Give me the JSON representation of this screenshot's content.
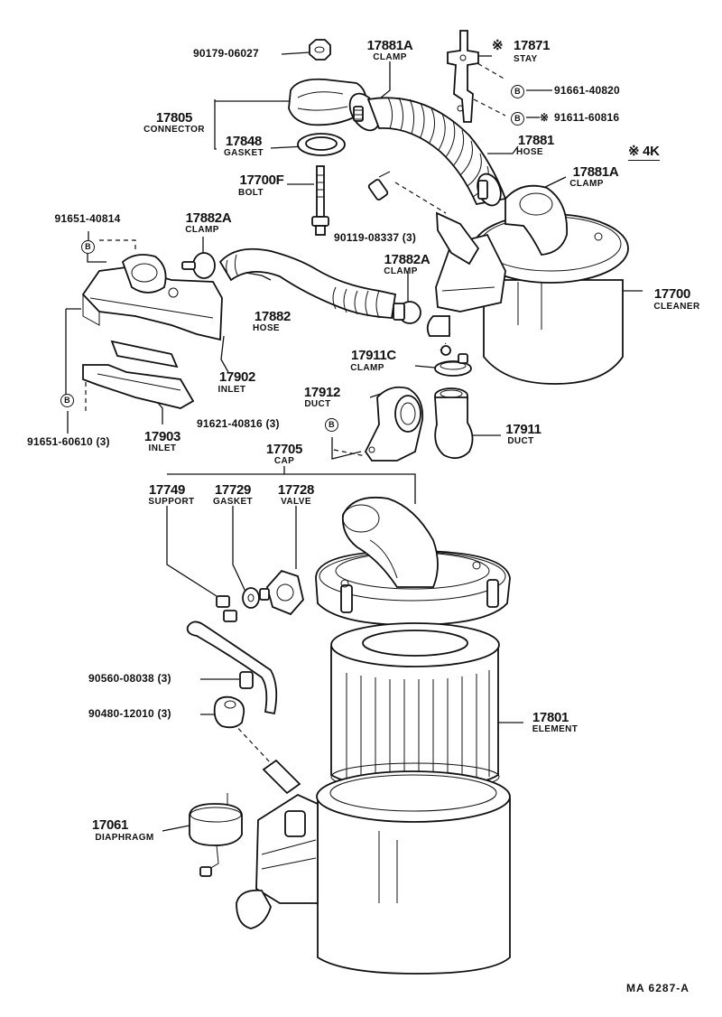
{
  "parts": {
    "p90179": {
      "number": "90179-06027"
    },
    "p17881A_top": {
      "number": "17881A",
      "name": "CLAMP"
    },
    "p17871": {
      "mark": "※",
      "number": "17871",
      "name": "STAY"
    },
    "p91661": {
      "mark": "B",
      "number": "91661-40820"
    },
    "p91611": {
      "mark": "B",
      "prefix": "※",
      "number": "91611-60816"
    },
    "p17805": {
      "number": "17805",
      "name": "CONNECTOR"
    },
    "p17848": {
      "number": "17848",
      "name": "GASKET"
    },
    "p17881": {
      "number": "17881",
      "name": "HOSE"
    },
    "p4k": {
      "text": "※ 4K"
    },
    "p17881A_right": {
      "number": "17881A",
      "name": "CLAMP"
    },
    "p17700F": {
      "number": "17700F",
      "name": "BOLT"
    },
    "p91651_40814": {
      "number": "91651-40814",
      "mark": "B"
    },
    "p17882A_left": {
      "number": "17882A",
      "name": "CLAMP"
    },
    "p90119": {
      "number": "90119-08337 (3)"
    },
    "p17882A_mid": {
      "number": "17882A",
      "name": "CLAMP"
    },
    "p17882": {
      "number": "17882",
      "name": "HOSE"
    },
    "p17700": {
      "number": "17700",
      "name": "CLEANER"
    },
    "p17911C": {
      "number": "17911C",
      "name": "CLAMP"
    },
    "p17902": {
      "number": "17902",
      "name": "INLET"
    },
    "p17912": {
      "number": "17912",
      "name": "DUCT"
    },
    "p91651_60610": {
      "number": "91651-60610 (3)",
      "mark": "B"
    },
    "p17903": {
      "number": "17903",
      "name": "INLET"
    },
    "p91621": {
      "number": "91621-40816 (3)",
      "mark": "B"
    },
    "p17911": {
      "number": "17911",
      "name": "DUCT"
    },
    "p17705": {
      "number": "17705",
      "name": "CAP"
    },
    "p17749": {
      "number": "17749",
      "name": "SUPPORT"
    },
    "p17729": {
      "number": "17729",
      "name": "GASKET"
    },
    "p17728": {
      "number": "17728",
      "name": "VALVE"
    },
    "p90560": {
      "number": "90560-08038 (3)"
    },
    "p90480": {
      "number": "90480-12010 (3)"
    },
    "p17801": {
      "number": "17801",
      "name": "ELEMENT"
    },
    "p17061": {
      "number": "17061",
      "name": "DIAPHRAGM"
    }
  },
  "footer": {
    "code": "MA  6287-A"
  }
}
